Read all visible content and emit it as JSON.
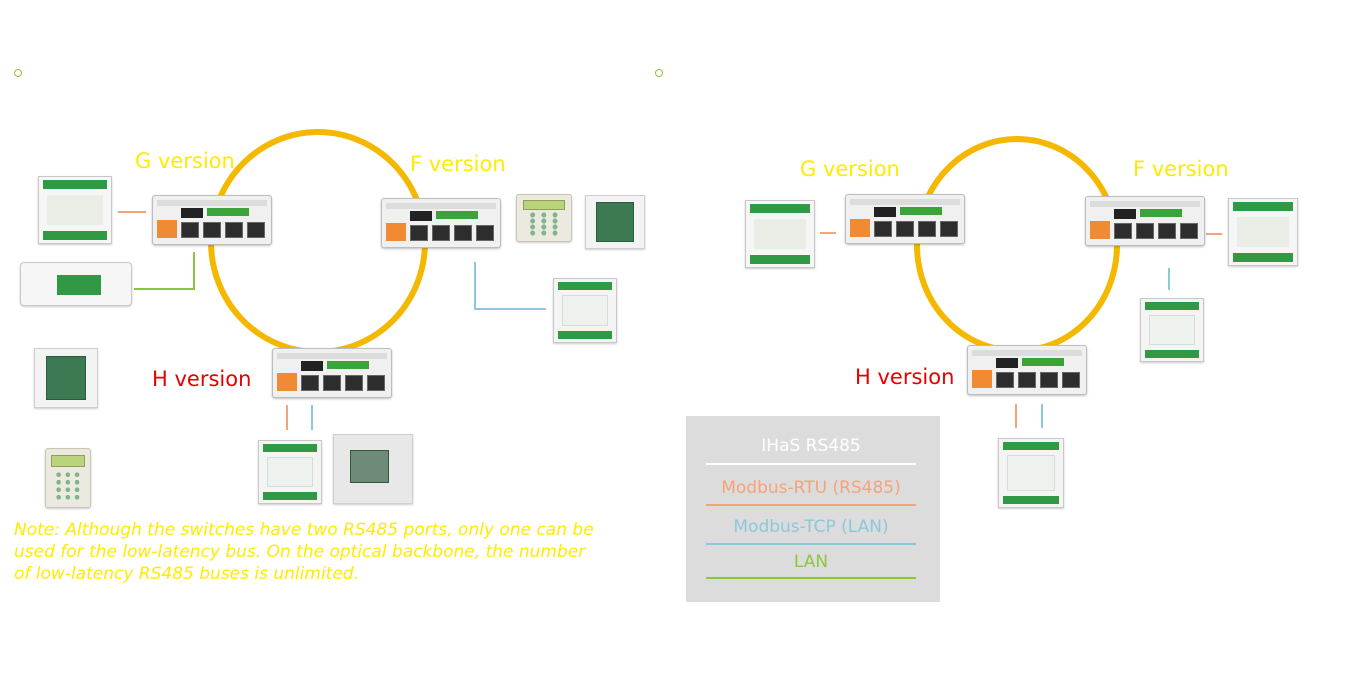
{
  "left_panel": {
    "g_label": "G version",
    "f_label": "F version",
    "h_label": "H version"
  },
  "right_panel": {
    "g_label": "G version",
    "f_label": "F version",
    "h_label": "H version"
  },
  "legend": {
    "items": [
      {
        "label": "IHaS RS485",
        "color": "#ffffff"
      },
      {
        "label": "Modbus-RTU (RS485)",
        "color": "#f4a37a"
      },
      {
        "label": "Modbus-TCP (LAN)",
        "color": "#8cc8dc"
      },
      {
        "label": "LAN",
        "color": "#8cc63f"
      }
    ]
  },
  "note": "Note: Although the switches have two RS485 ports, only one can be used for the low-latency bus. On the optical backbone, the number of low-latency RS485 buses is unlimited.",
  "colors": {
    "ring": "#f5b800",
    "label_yellow": "#ffeb00",
    "label_red": "#e60000",
    "rtu": "#f4a37a",
    "tcp": "#8cc8dc",
    "lan": "#8cc63f",
    "legend_bg": "#dcdcdc"
  }
}
